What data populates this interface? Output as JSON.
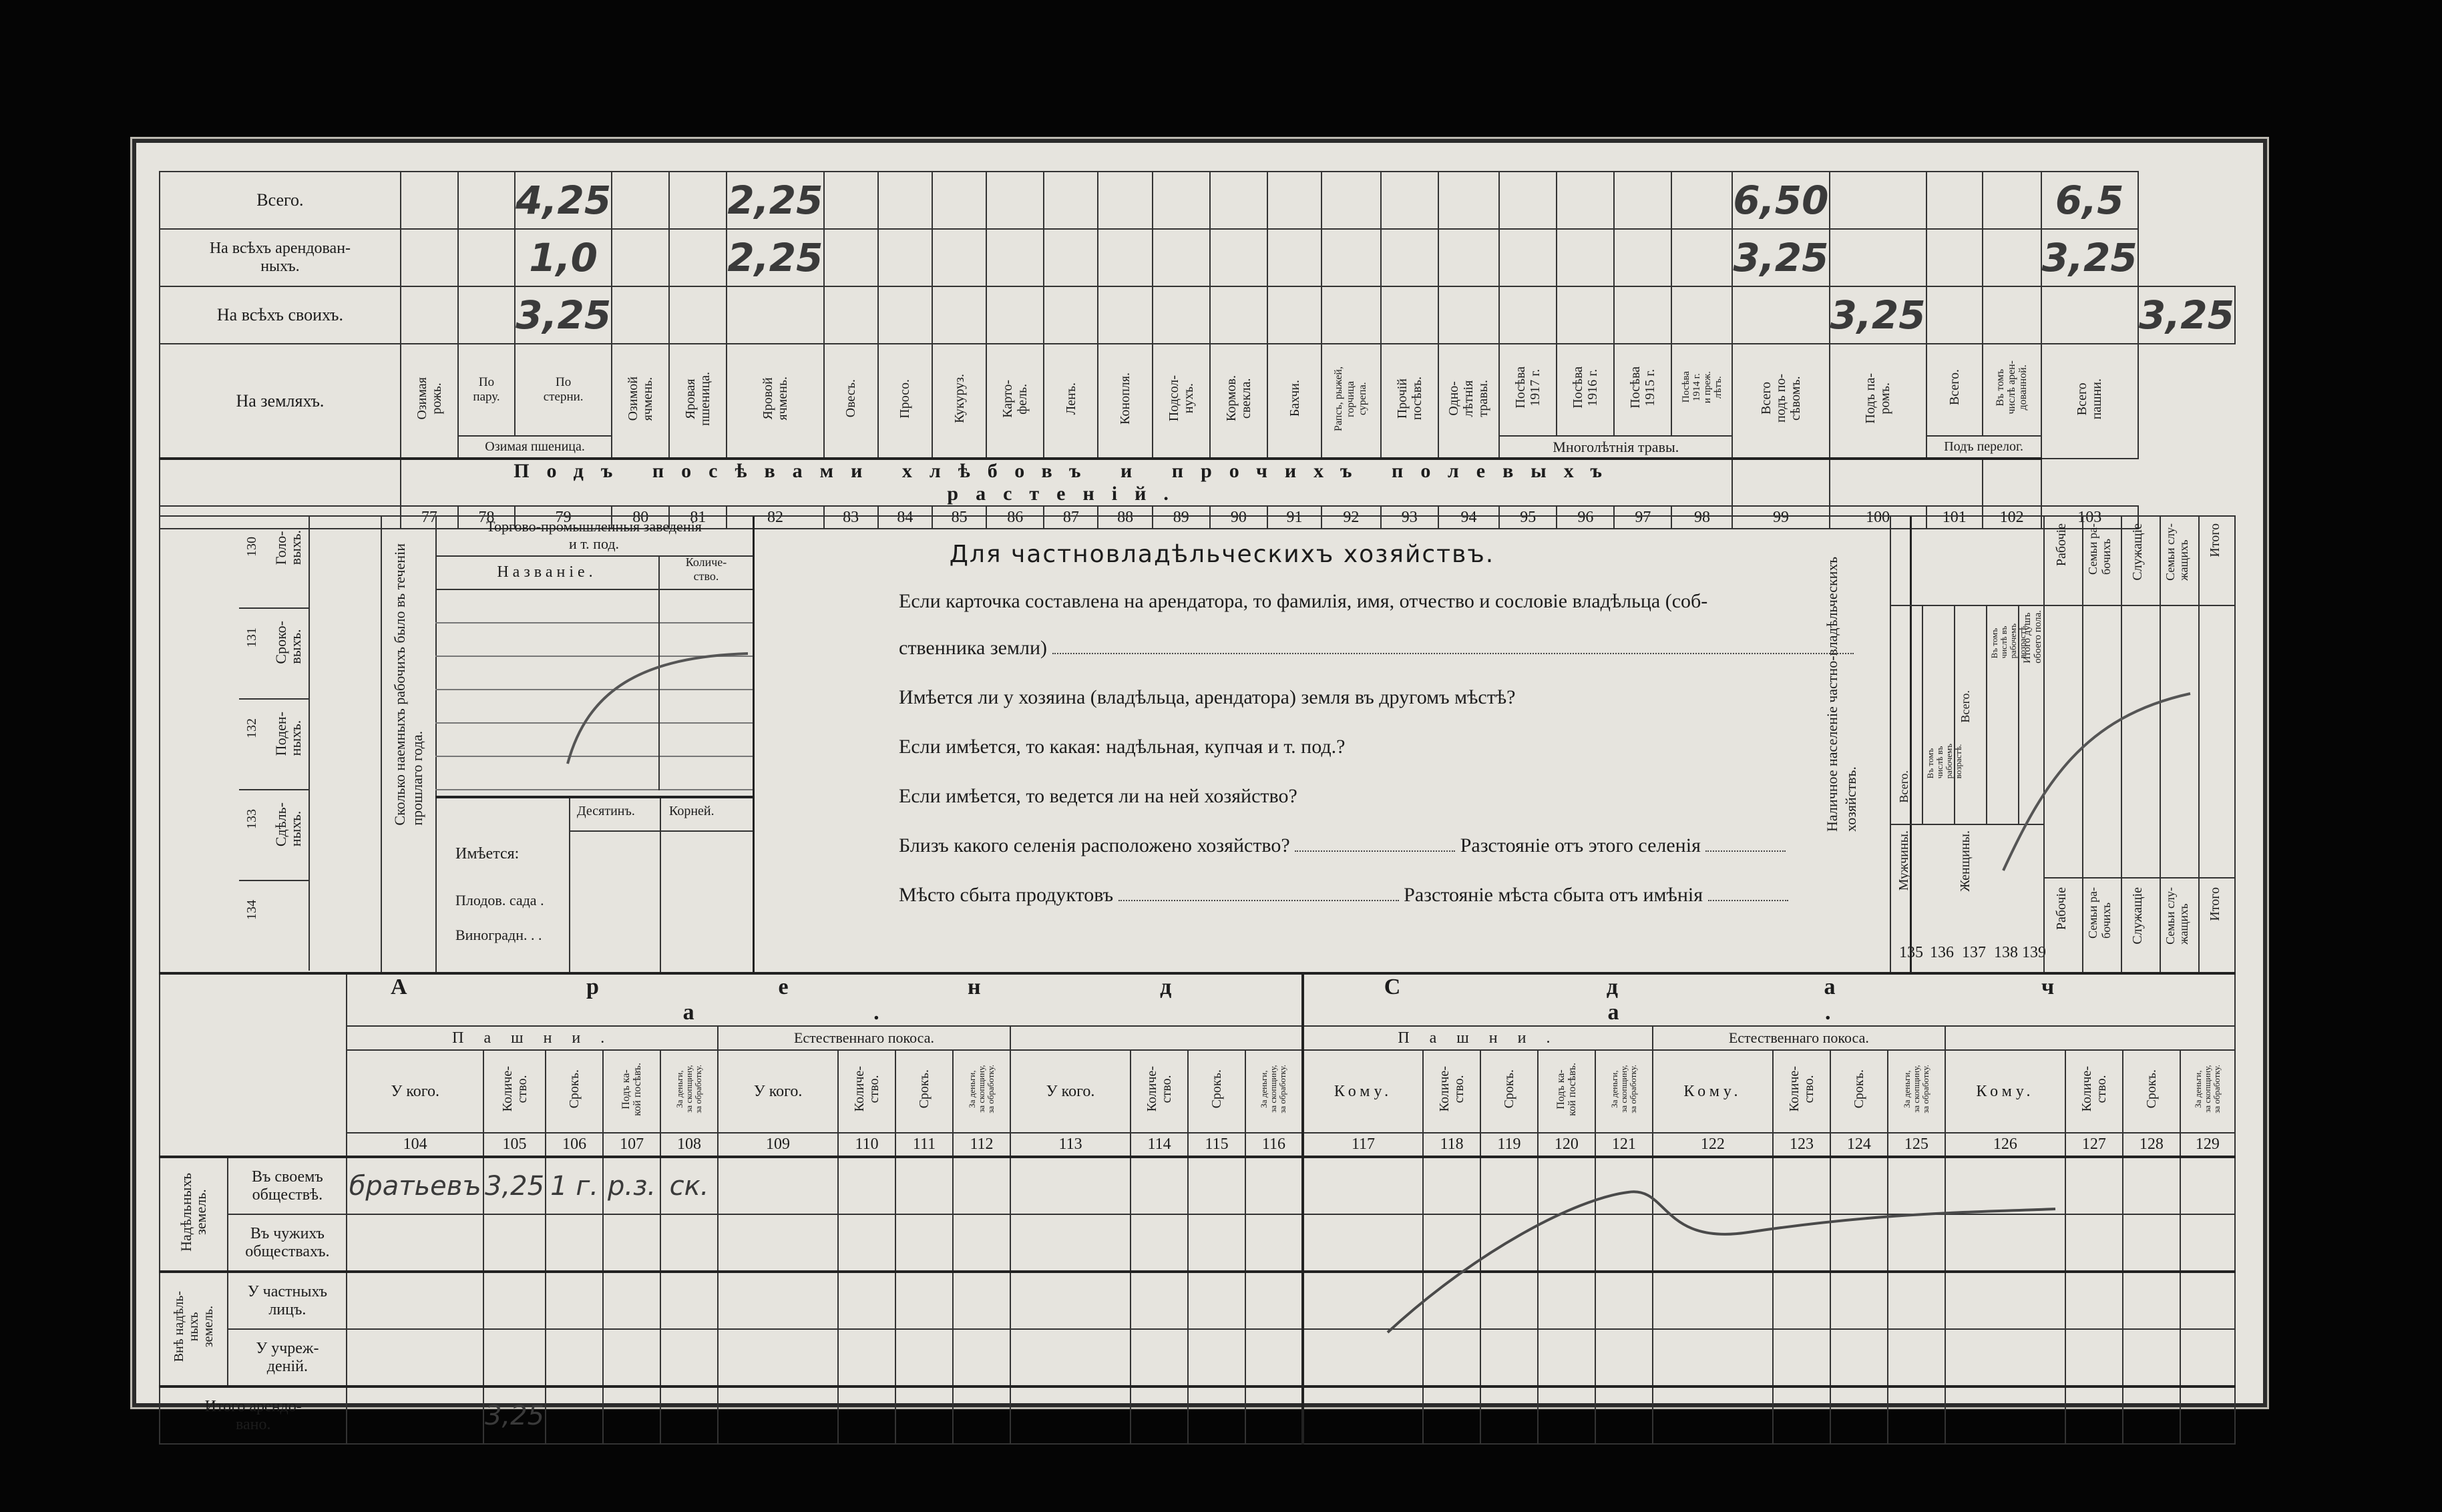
{
  "top": {
    "rows": [
      "Всего.",
      "На всѣхъ арендован-\nныхъ.",
      "На всѣхъ своихъ."
    ],
    "handwriting": {
      "c79": [
        "4,25",
        "1,0",
        "3,25"
      ],
      "c82": [
        "2,25",
        "2,25",
        ""
      ],
      "c99": [
        "6,50",
        "3,25",
        "3,25"
      ],
      "c103": [
        "6,5",
        "3,25",
        "3,25"
      ]
    },
    "na_zemlyakh": "На земляхъ.",
    "headers": [
      "Озимая\nрожь.",
      "По\nпару.",
      "По\nстерни.",
      "Озимой\nячмень.",
      "Яровая\nпшеница.",
      "Яровой\nячмень.",
      "Овесъ.",
      "Просо.",
      "Кукуруз.",
      "Карто-\nфель.",
      "Ленъ.",
      "Конопля.",
      "Подсол-\nнухъ.",
      "Кормов.\nсвекла.",
      "Бахчи.",
      "Рапсъ, рыжей,\nгорчица\nсурепа.",
      "Прочій\nпосѣвъ.",
      "Одно-\nлѣтнія\nтравы.",
      "Посѣва\n1917 г.",
      "Посѣва\n1916 г.",
      "Посѣва\n1915 г.",
      "Посѣва\n1914 г.\nи преж.\nлѣтъ.",
      "Всего\nподъ по-\nсѣвомъ.",
      "Подъ па-\nромъ.",
      "Всего.",
      "Въ томъ\nчислѣ арен-\nдованной.",
      "Всего\nпашни."
    ],
    "ozimaya": "Озимая пшеница.",
    "mnogolet": "Многолѣтнія травы.",
    "perelog": "Подъ перелог.",
    "banner": "Подъ посѣвами хлѣбовъ и прочихъ полевыхъ растеній.",
    "numbers": [
      "77",
      "78",
      "79",
      "80",
      "81",
      "82",
      "83",
      "84",
      "85",
      "86",
      "87",
      "88",
      "89",
      "90",
      "91",
      "92",
      "93",
      "94",
      "95",
      "96",
      "97",
      "98",
      "99",
      "100",
      "101",
      "102",
      "103"
    ]
  },
  "middle": {
    "vert_cols": [
      {
        "num": "130",
        "label": "Голо-\nвыхъ."
      },
      {
        "num": "131",
        "label": "Сроко-\nвыхъ."
      },
      {
        "num": "132",
        "label": "Поден-\nныхъ."
      },
      {
        "num": "133",
        "label": "Сдѣль-\nныхъ."
      },
      {
        "num": "134",
        "label": ""
      }
    ],
    "skolko": "Сколько наемныхъ рабочихъ было въ теченіи\nпрошлаго года.",
    "torg_title": "Торгово-промышленныя заведенія\nи т. под.",
    "nazvanie": "Названіе.",
    "kolichestvo": "Количе-\nство.",
    "imeetsya": "Имѣется:",
    "desyatin": "Десятинъ.",
    "korney": "Корней.",
    "plodov": "Плодов. сада .",
    "vinograd": "Виноградн. . .",
    "private_title": "Для частновладѣльческихъ хозяйствъ.",
    "q1": "Если карточка составлена на арендатора, то фамилія, имя, отчество и сословіе владѣльца (соб-",
    "q1b": "ственника земли)",
    "q2": "Имѣется ли у хозяина (владѣльца, арендатора) земля въ другомъ мѣстѣ?",
    "q3": "Если имѣется, то какая: надѣльная, купчая и т. под.?",
    "q4": "Если имѣется, то ведется ли на ней хозяйство?",
    "q5": "Близъ какого селенія расположено хозяйство?",
    "q5b": "Разстояніе отъ этого селенія",
    "q6": "Мѣсто сбыта продуктовъ",
    "q6b": "Разстояніе мѣста сбыта отъ имѣнія",
    "nalichnoe": "Наличное населеніе частно-владѣльческихъ\nхозяйствъ.",
    "muzhchiny": "Мужчины.",
    "zhenshchiny": "Женщины.",
    "vsego": "Всего.",
    "v_tom": "Въ томъ\nчислѣ въ\nрабочемъ\nвозрастѣ.",
    "itogo_dush": "Итого душъ\nобоего пола.",
    "pop_nums": [
      "135",
      "136",
      "137",
      "138",
      "139"
    ],
    "right_cols": [
      "Рабочіе",
      "Семьи ра-\nбочихъ",
      "Служащіе",
      "Семьи слу-\nжащихъ",
      "Итого"
    ]
  },
  "bottom": {
    "arenda": "А р е н д а .",
    "sdacha": "С д а ч а .",
    "pashni": "П а ш н и .",
    "pokos": "Естественнаго покоса.",
    "u_kogo": "У кого.",
    "komu": "Кому.",
    "kol": "Количе-\nство.",
    "srok": "Срокъ.",
    "pod_kakoy": "Подъ ка-\nкой посѣвъ.",
    "za_dengi": "За деньги,\nза скопщину,\nза обработку.",
    "nums": [
      "104",
      "105",
      "106",
      "107",
      "108",
      "109",
      "110",
      "111",
      "112",
      "113",
      "114",
      "115",
      "116",
      "117",
      "118",
      "119",
      "120",
      "121",
      "122",
      "123",
      "124",
      "125",
      "126",
      "127",
      "128",
      "129"
    ],
    "nadel": "Надѣльныхъ\nземель.",
    "vne": "Внѣ надѣль-\nныхъ\nземель.",
    "row_labels": [
      "Въ своемъ\nобществѣ.",
      "Въ чужихъ\nобществахъ.",
      "У частныхъ\nлицъ.",
      "У учреж-\nденій."
    ],
    "itogo": "Итого арендо-\nвано.",
    "hw_row": [
      "братьевъ",
      "3,25",
      "1 г.",
      "р.з.",
      "ск."
    ],
    "hw_itogo": "3,25"
  }
}
